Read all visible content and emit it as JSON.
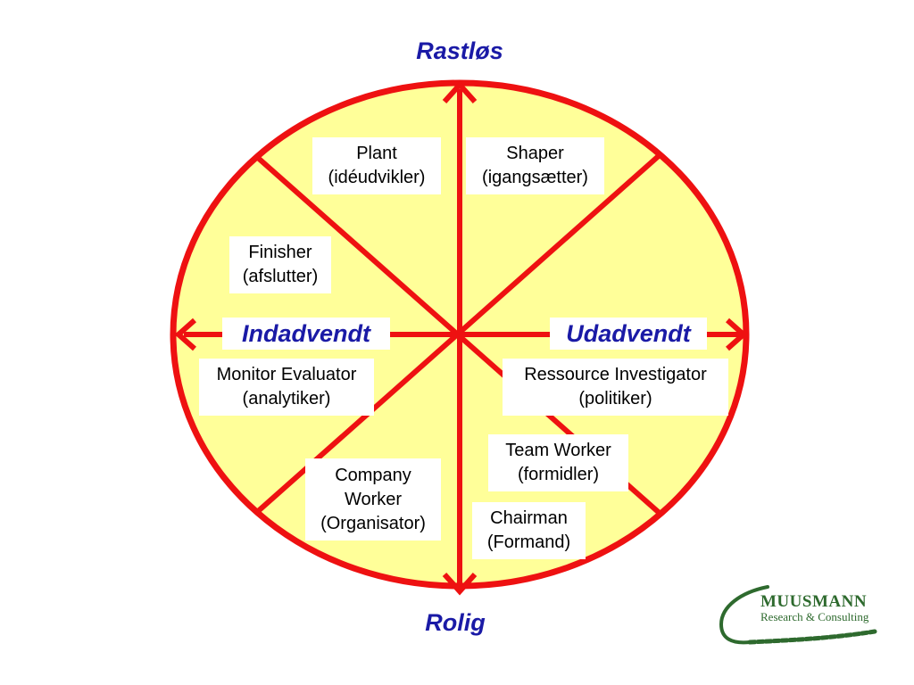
{
  "axes": {
    "top": "Rastløs",
    "bottom": "Rolig",
    "left": "Indadvendt",
    "right": "Udadvendt"
  },
  "roles": {
    "plant": {
      "name": "Plant",
      "desc": "(idéudvikler)"
    },
    "shaper": {
      "name": "Shaper",
      "desc": "(igangsætter)"
    },
    "finisher": {
      "name": "Finisher",
      "desc": "(afslutter)"
    },
    "monitor": {
      "name": "Monitor Evaluator",
      "desc": "(analytiker)"
    },
    "ressource": {
      "name": "Ressource Investigator",
      "desc": "(politiker)"
    },
    "teamworker": {
      "name": "Team Worker",
      "desc": "(formidler)"
    },
    "company": {
      "line1": "Company",
      "line2": "Worker",
      "desc": "(Organisator)"
    },
    "chairman": {
      "name": "Chairman",
      "desc": "(Formand)"
    }
  },
  "logo": {
    "name": "MUUSMANN",
    "subtitle": "Research & Consulting"
  },
  "colors": {
    "circle_fill": "#ffff99",
    "lines": "#ee1111",
    "axis_text": "#1a1aa6",
    "logo_green": "#2e6a2e"
  }
}
